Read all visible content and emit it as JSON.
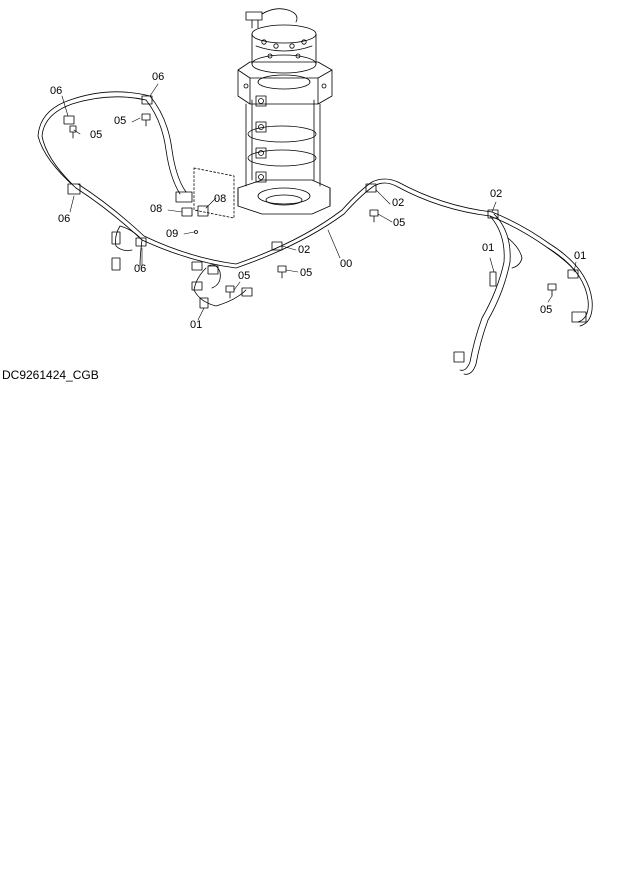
{
  "drawing_code": "DC9261424_CGB",
  "callouts": [
    {
      "id": "c1",
      "text": "06"
    },
    {
      "id": "c2",
      "text": "06"
    },
    {
      "id": "c3",
      "text": "05"
    },
    {
      "id": "c4",
      "text": "05"
    },
    {
      "id": "c5",
      "text": "06"
    },
    {
      "id": "c6",
      "text": "08"
    },
    {
      "id": "c7",
      "text": "08"
    },
    {
      "id": "c8",
      "text": "09"
    },
    {
      "id": "c9",
      "text": "06"
    },
    {
      "id": "c10",
      "text": "02"
    },
    {
      "id": "c11",
      "text": "05"
    },
    {
      "id": "c12",
      "text": "00"
    },
    {
      "id": "c13",
      "text": "02"
    },
    {
      "id": "c14",
      "text": "05"
    },
    {
      "id": "c15",
      "text": "05"
    },
    {
      "id": "c16",
      "text": "01"
    },
    {
      "id": "c17",
      "text": "02"
    },
    {
      "id": "c18",
      "text": "01"
    },
    {
      "id": "c19",
      "text": "01"
    },
    {
      "id": "c20",
      "text": "05"
    }
  ]
}
